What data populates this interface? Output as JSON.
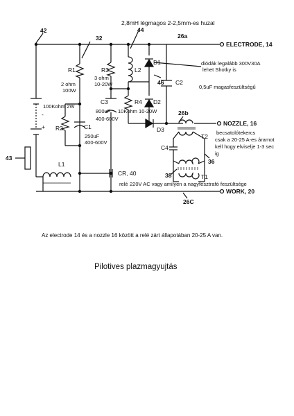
{
  "labels": {
    "l1_wire": "2,8mH légmagos 2-2,5mm-es huzal",
    "n44": "44",
    "n42": "42",
    "n32": "32",
    "n26a": "26a",
    "electrode": "ELECTRODE, 14",
    "r1": "R1",
    "r1_val1": "2 ohm",
    "r1_val2": "100W",
    "r3": "R3",
    "r3_val1": "3 ohm",
    "r3_val2": "10-20W",
    "l2": "L2",
    "d1": "D1",
    "diode_note1": "diódák legalább 300V30A",
    "diode_note2": "lehet Shotky is",
    "n46": "46",
    "c2": "C2",
    "c2_note": "0,5uF magasfeszültségű",
    "r4": "R4",
    "d2": "D2",
    "c3": "C3",
    "c3_val1": "800uF",
    "c3_val2": "400-600V",
    "r4_val": "10Kohm 10-20W",
    "n26b": "26b",
    "r2_val": "100Kohm 2W",
    "r2": "R2",
    "c1": "C1",
    "c1_val1": "250uF",
    "c1_val2": "400-600V",
    "d3": "D3",
    "nozzle": "NOZZLE, 16",
    "coupler1": "becsatolótekercs",
    "coupler2": "csak a 20-25 A-es áramot",
    "coupler3": "kell hogy elviselje 1-3 sec",
    "coupler4": "ig",
    "t2": "T2",
    "c4": "C4",
    "n36": "36",
    "n43": "43",
    "l1": "L1",
    "cr": "CR, 40",
    "rele": "relé",
    "n38": "38",
    "t1": "T1",
    "supply_note": "220V AC vagy amilyen a nagyfesztrafó feszültsége",
    "work": "WORK, 20",
    "n26c": "26C",
    "plus": "+",
    "minus": "-"
  },
  "caption": "Az electrode 14 és a nozzle 16 között a relé zárt állapotában 20-25 A van.",
  "title": "Pilotives plazmagyujtás"
}
